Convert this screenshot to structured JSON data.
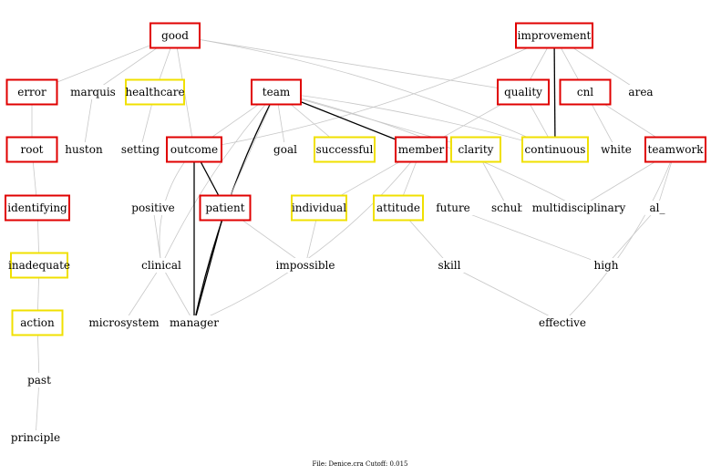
{
  "footer": "File: Denice.cra     Cutoff: 0.015",
  "colors": {
    "red_box": "#e00000",
    "yellow_box": "#f0e000",
    "strong_edge": "#000000",
    "weak_edge": "#c8c8c8",
    "text": "#000000"
  },
  "nodes": [
    {
      "id": "good",
      "label": "good",
      "box": "red"
    },
    {
      "id": "improvement",
      "label": "improvement",
      "box": "red"
    },
    {
      "id": "error",
      "label": "error",
      "box": "red"
    },
    {
      "id": "marquis",
      "label": "marquis",
      "box": "none"
    },
    {
      "id": "healthcare",
      "label": "healthcare",
      "box": "yellow"
    },
    {
      "id": "team",
      "label": "team",
      "box": "red"
    },
    {
      "id": "quality",
      "label": "quality",
      "box": "red"
    },
    {
      "id": "cnl",
      "label": "cnl",
      "box": "red"
    },
    {
      "id": "area",
      "label": "area",
      "box": "none"
    },
    {
      "id": "root",
      "label": "root",
      "box": "red"
    },
    {
      "id": "huston",
      "label": "huston",
      "box": "none"
    },
    {
      "id": "setting",
      "label": "setting",
      "box": "none"
    },
    {
      "id": "outcome",
      "label": "outcome",
      "box": "red"
    },
    {
      "id": "goal",
      "label": "goal",
      "box": "none"
    },
    {
      "id": "successful",
      "label": "successful",
      "box": "yellow"
    },
    {
      "id": "member",
      "label": "member",
      "box": "red"
    },
    {
      "id": "clarity",
      "label": "clarity",
      "box": "yellow"
    },
    {
      "id": "continuous",
      "label": "continuous",
      "box": "yellow"
    },
    {
      "id": "white",
      "label": "white",
      "box": "none"
    },
    {
      "id": "teamwork",
      "label": "teamwork",
      "box": "red"
    },
    {
      "id": "identifying",
      "label": "identifying",
      "box": "red"
    },
    {
      "id": "positive",
      "label": "positive",
      "box": "none"
    },
    {
      "id": "patient",
      "label": "patient",
      "box": "red"
    },
    {
      "id": "individual",
      "label": "individual",
      "box": "yellow"
    },
    {
      "id": "attitude",
      "label": "attitude",
      "box": "yellow"
    },
    {
      "id": "future",
      "label": "future",
      "box": "none"
    },
    {
      "id": "schub",
      "label": "schub",
      "box": "none"
    },
    {
      "id": "multidisciplinary",
      "label": "multidisciplinary",
      "box": "none"
    },
    {
      "id": "al_",
      "label": "al_",
      "box": "none"
    },
    {
      "id": "inadequate",
      "label": "inadequate",
      "box": "yellow"
    },
    {
      "id": "clinical",
      "label": "clinical",
      "box": "none"
    },
    {
      "id": "impossible",
      "label": "impossible",
      "box": "none"
    },
    {
      "id": "skill",
      "label": "skill",
      "box": "none"
    },
    {
      "id": "high",
      "label": "high",
      "box": "none"
    },
    {
      "id": "action",
      "label": "action",
      "box": "yellow"
    },
    {
      "id": "microsystem",
      "label": "microsystem",
      "box": "none"
    },
    {
      "id": "manager",
      "label": "manager",
      "box": "none"
    },
    {
      "id": "effective",
      "label": "effective",
      "box": "none"
    },
    {
      "id": "past",
      "label": "past",
      "box": "none"
    },
    {
      "id": "principle",
      "label": "principle",
      "box": "none"
    }
  ],
  "edges": [
    {
      "from": "good",
      "to": "marquis",
      "strength": "weak"
    },
    {
      "from": "good",
      "to": "healthcare",
      "strength": "weak"
    },
    {
      "from": "good",
      "to": "outcome",
      "strength": "weak"
    },
    {
      "from": "good",
      "to": "quality",
      "strength": "weak"
    },
    {
      "from": "good",
      "to": "error",
      "strength": "weak"
    },
    {
      "from": "good",
      "to": "continuous",
      "strength": "weak"
    },
    {
      "from": "improvement",
      "to": "quality",
      "strength": "weak"
    },
    {
      "from": "improvement",
      "to": "cnl",
      "strength": "weak"
    },
    {
      "from": "improvement",
      "to": "area",
      "strength": "weak"
    },
    {
      "from": "improvement",
      "to": "continuous",
      "strength": "strong"
    },
    {
      "from": "improvement",
      "to": "outcome",
      "strength": "weak"
    },
    {
      "from": "error",
      "to": "root",
      "strength": "weak"
    },
    {
      "from": "root",
      "to": "identifying",
      "strength": "weak"
    },
    {
      "from": "identifying",
      "to": "inadequate",
      "strength": "weak"
    },
    {
      "from": "inadequate",
      "to": "action",
      "strength": "weak"
    },
    {
      "from": "action",
      "to": "past",
      "strength": "weak"
    },
    {
      "from": "past",
      "to": "principle",
      "strength": "weak"
    },
    {
      "from": "marquis",
      "to": "huston",
      "strength": "weak"
    },
    {
      "from": "healthcare",
      "to": "setting",
      "strength": "weak"
    },
    {
      "from": "team",
      "to": "member",
      "strength": "strong"
    },
    {
      "from": "team",
      "to": "manager",
      "strength": "strong"
    },
    {
      "from": "team",
      "to": "patient",
      "strength": "weak"
    },
    {
      "from": "team",
      "to": "goal",
      "strength": "weak"
    },
    {
      "from": "team",
      "to": "successful",
      "strength": "weak"
    },
    {
      "from": "team",
      "to": "clarity",
      "strength": "weak"
    },
    {
      "from": "team",
      "to": "continuous",
      "strength": "weak"
    },
    {
      "from": "team",
      "to": "multidisciplinary",
      "strength": "weak"
    },
    {
      "from": "team",
      "to": "clinical",
      "strength": "weak"
    },
    {
      "from": "team",
      "to": "outcome",
      "strength": "weak"
    },
    {
      "from": "outcome",
      "to": "patient",
      "strength": "strong"
    },
    {
      "from": "outcome",
      "to": "manager",
      "strength": "strong"
    },
    {
      "from": "outcome",
      "to": "clinical",
      "strength": "weak"
    },
    {
      "from": "patient",
      "to": "manager",
      "strength": "strong"
    },
    {
      "from": "patient",
      "to": "impossible",
      "strength": "weak"
    },
    {
      "from": "quality",
      "to": "continuous",
      "strength": "weak"
    },
    {
      "from": "quality",
      "to": "member",
      "strength": "weak"
    },
    {
      "from": "cnl",
      "to": "white",
      "strength": "weak"
    },
    {
      "from": "cnl",
      "to": "teamwork",
      "strength": "weak"
    },
    {
      "from": "teamwork",
      "to": "multidisciplinary",
      "strength": "weak"
    },
    {
      "from": "teamwork",
      "to": "al_",
      "strength": "weak"
    },
    {
      "from": "teamwork",
      "to": "effective",
      "strength": "weak"
    },
    {
      "from": "member",
      "to": "attitude",
      "strength": "weak"
    },
    {
      "from": "member",
      "to": "individual",
      "strength": "weak"
    },
    {
      "from": "member",
      "to": "manager",
      "strength": "weak"
    },
    {
      "from": "clarity",
      "to": "schub",
      "strength": "weak"
    },
    {
      "from": "individual",
      "to": "impossible",
      "strength": "weak"
    },
    {
      "from": "attitude",
      "to": "skill",
      "strength": "weak"
    },
    {
      "from": "skill",
      "to": "effective",
      "strength": "weak"
    },
    {
      "from": "future",
      "to": "high",
      "strength": "weak"
    },
    {
      "from": "al_",
      "to": "high",
      "strength": "weak"
    },
    {
      "from": "clinical",
      "to": "microsystem",
      "strength": "weak"
    },
    {
      "from": "clinical",
      "to": "manager",
      "strength": "weak"
    },
    {
      "from": "positive",
      "to": "clinical",
      "strength": "weak"
    }
  ]
}
